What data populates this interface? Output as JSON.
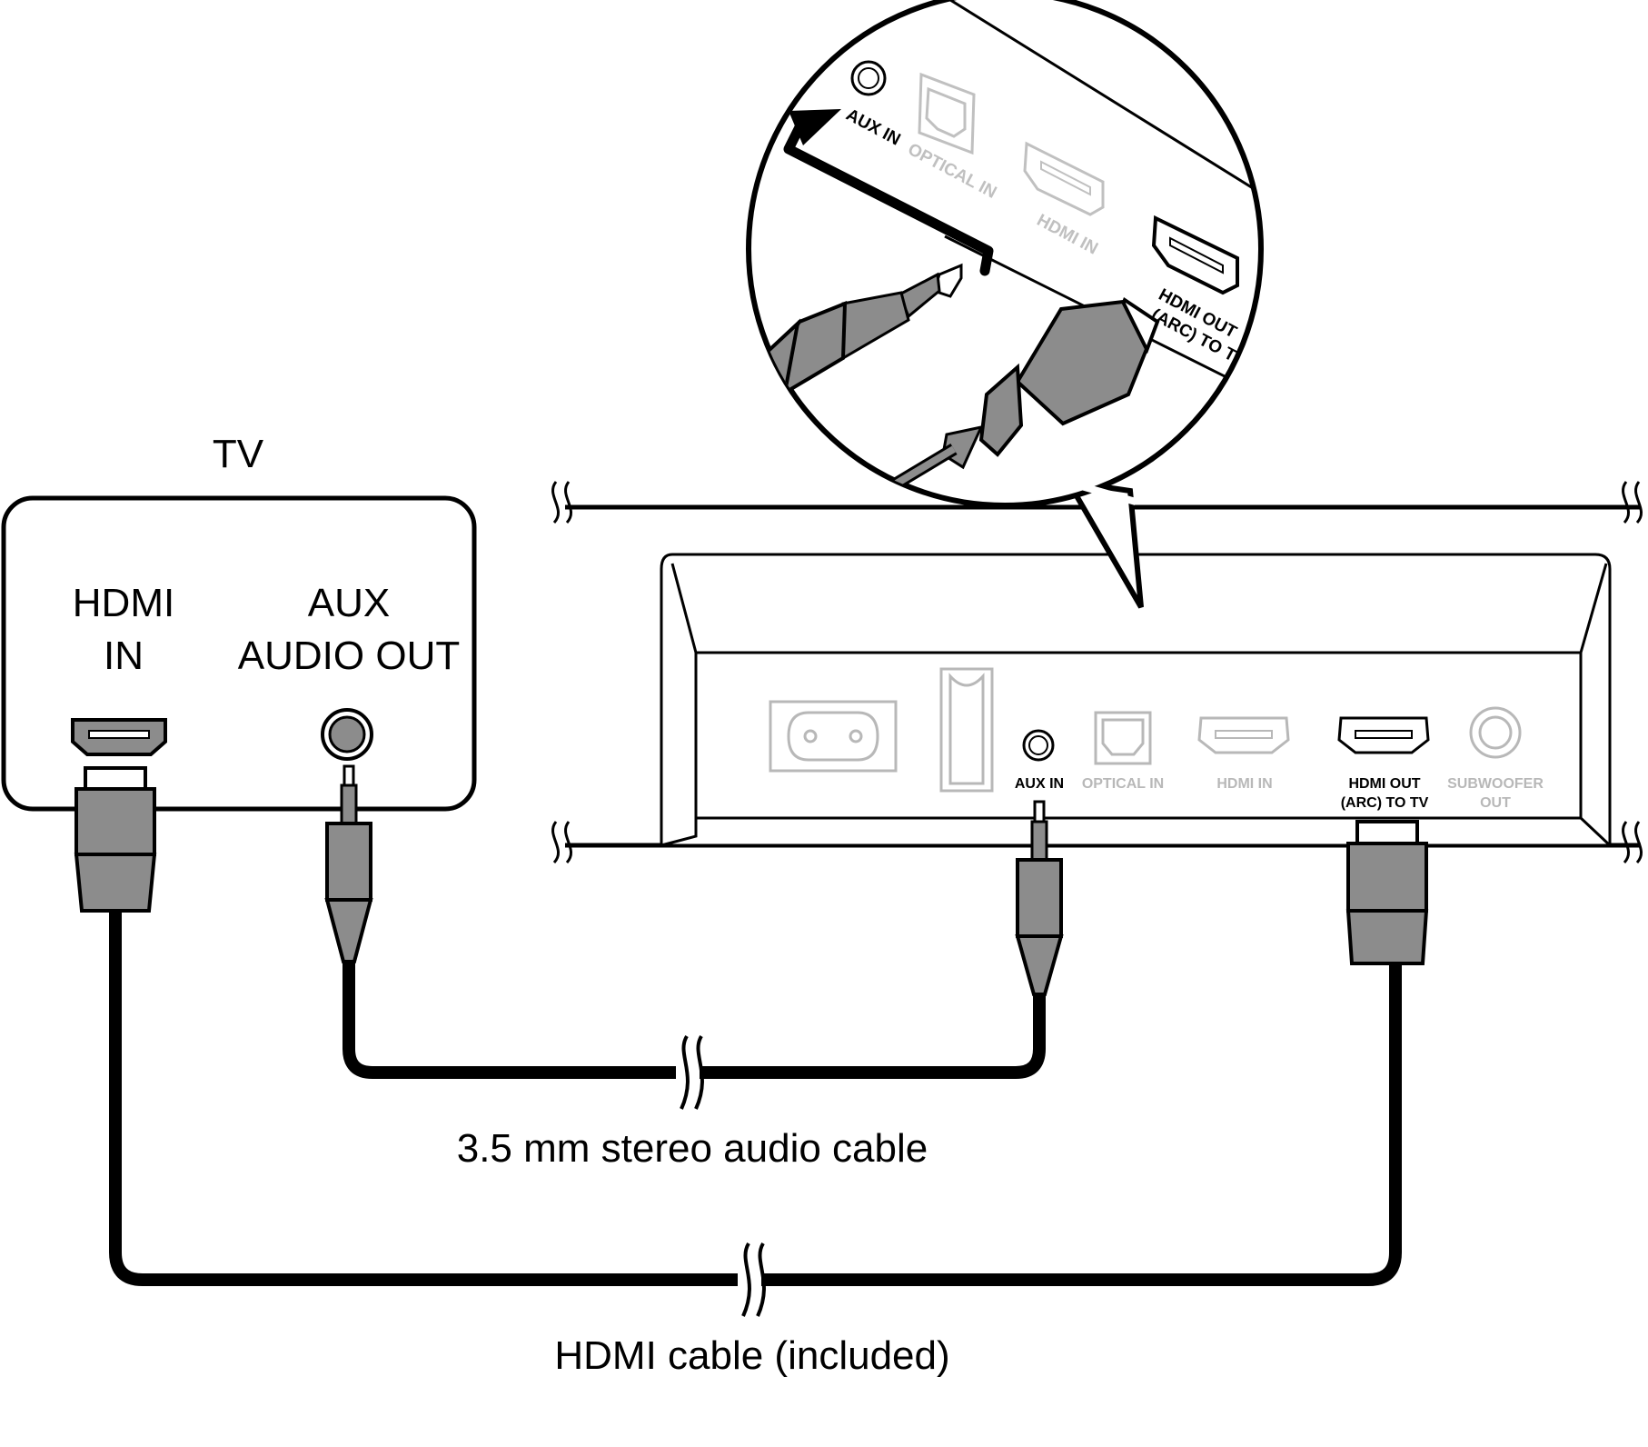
{
  "tv": {
    "title": "TV",
    "hdmi_in": [
      "HDMI",
      "IN"
    ],
    "aux_out": [
      "AUX",
      "AUDIO OUT"
    ]
  },
  "soundbar_ports": {
    "aux_in": "AUX IN",
    "optical_in": "OPTICAL IN",
    "hdmi_in": "HDMI IN",
    "hdmi_out": [
      "HDMI OUT",
      "(ARC) TO TV"
    ],
    "subwoofer_out": [
      "SUBWOOFER",
      "OUT"
    ]
  },
  "zoom_labels": {
    "aux_in": "AUX IN",
    "optical_in": "OPTICAL IN",
    "hdmi_in": "HDMI IN",
    "hdmi_out": [
      "HDMI OUT",
      "(ARC) TO T"
    ]
  },
  "cables": {
    "audio": "3.5 mm stereo audio cable",
    "hdmi": "HDMI cable (included)"
  },
  "colors": {
    "line": "#000000",
    "plug_fill": "#8c8c8c",
    "light_port": "#b8b8b8"
  }
}
